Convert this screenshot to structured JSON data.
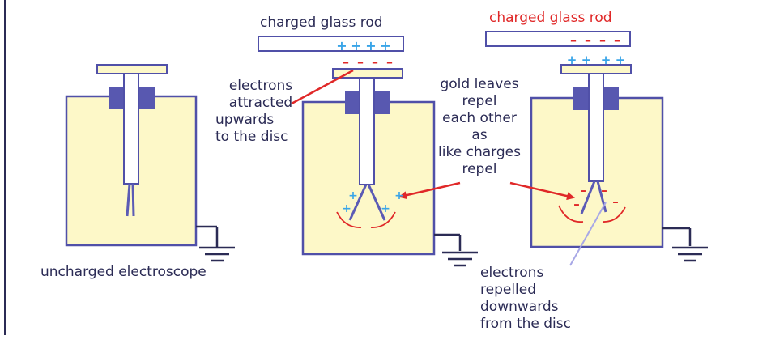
{
  "labels": {
    "rod_middle": "charged glass rod",
    "rod_right": "charged glass rod",
    "electrons_attracted": [
      "electrons",
      "attracted",
      "upwards",
      "to the disc"
    ],
    "gold_leaves": [
      "gold leaves",
      "repel",
      "each other",
      "as",
      "like charges",
      "repel"
    ],
    "uncharged": "uncharged electroscope",
    "electrons_repelled": [
      "electrons",
      "repelled",
      "downwards",
      "from the disc"
    ]
  },
  "charges": {
    "plus": "+",
    "minus": "–"
  },
  "colors": {
    "outline": "#5050a8",
    "body_fill": "#fdf8c8",
    "text": "#2b2b55",
    "red_text": "#e02828",
    "positive": "#39a5e8",
    "negative": "#e02828",
    "leaf": "#5b5bb5",
    "pointer_light": "#a8a8e6"
  }
}
